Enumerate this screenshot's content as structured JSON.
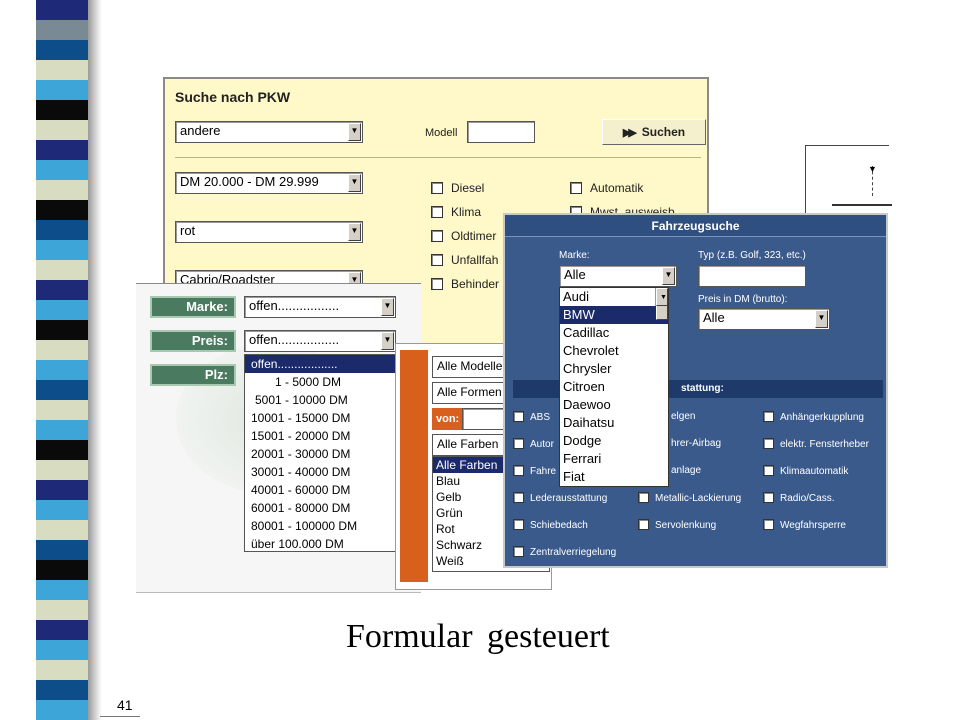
{
  "stripe_colors": [
    "#1e2a78",
    "#7a8a94",
    "#0d4d8a",
    "#d8dcc0",
    "#3ea5d8",
    "#0a0a0a",
    "#d8dcc0",
    "#1e2a78",
    "#3ea5d8",
    "#d8dcc0",
    "#0a0a0a",
    "#0d4d8a",
    "#3ea5d8",
    "#d8dcc0",
    "#1e2a78",
    "#3ea5d8",
    "#0a0a0a",
    "#d8dcc0",
    "#3ea5d8",
    "#0d4d8a",
    "#d8dcc0",
    "#3ea5d8",
    "#0a0a0a",
    "#d8dcc0",
    "#1e2a78",
    "#3ea5d8",
    "#d8dcc0",
    "#0d4d8a",
    "#0a0a0a",
    "#3ea5d8",
    "#d8dcc0",
    "#1e2a78",
    "#3ea5d8",
    "#d8dcc0",
    "#0d4d8a",
    "#3ea5d8"
  ],
  "pkw": {
    "title": "Suche nach PKW",
    "brand_select": "andere",
    "model_label": "Modell",
    "search_button": "Suchen",
    "price_select": "DM 20.000 - DM 29.999",
    "color_select": "rot",
    "body_select": "Cabrio/Roadster",
    "options_left": [
      "Diesel",
      "Klima",
      "Oldtimer",
      "Unfallfah",
      "Behinder"
    ],
    "options_right": [
      "Automatik",
      "Mwst. ausweisb"
    ]
  },
  "filter": {
    "marke_label": "Marke:",
    "marke_value": "offen.................",
    "preis_label": "Preis:",
    "preis_value": "offen.................",
    "plz_label": "Plz:",
    "price_options": [
      "offen..................",
      "1 - 5000  DM",
      "5001 - 10000  DM",
      "10001 - 15000  DM",
      "15001 - 20000  DM",
      "20001 - 30000  DM",
      "30001 - 40000  DM",
      "40001 - 60000  DM",
      "60001 - 80000  DM",
      "80001 - 100000 DM",
      "über 100.000 DM"
    ]
  },
  "orange": {
    "models": "Alle Modelle",
    "forms": "Alle Formen",
    "von_label": "von:",
    "colors_select": "Alle Farben",
    "color_options": [
      "Alle Farben",
      "Blau",
      "Gelb",
      "Grün",
      "Rot",
      "Schwarz",
      "Weiß"
    ]
  },
  "fahrzeug": {
    "title": "Fahrzeugsuche",
    "marke_label": "Marke:",
    "marke_value": "Alle",
    "typ_label": "Typ (z.B. Golf, 323, etc.)",
    "preis_label": "Preis in DM (brutto):",
    "preis_value": "Alle",
    "ausstattung_label": "stattung:",
    "brands": [
      "Audi",
      "BMW",
      "Cadillac",
      "Chevrolet",
      "Chrysler",
      "Citroen",
      "Daewoo",
      "Daihatsu",
      "Dodge",
      "Ferrari",
      "Fiat"
    ],
    "col1": [
      "ABS",
      "Autor",
      "Fahre",
      "Lederausstattung",
      "Schiebedach",
      "Zentralverriegelung"
    ],
    "col2": [
      "elgen",
      "hrer-Airbag",
      "anlage",
      "Metallic-Lackierung",
      "Servolenkung"
    ],
    "col3": [
      "Anhängerkupplung",
      "elektr. Fensterheber",
      "Klimaautomatik",
      "Radio/Cass.",
      "Wegfahrsperre"
    ]
  },
  "caption": "Formular  gesteuert",
  "page_number": "41"
}
